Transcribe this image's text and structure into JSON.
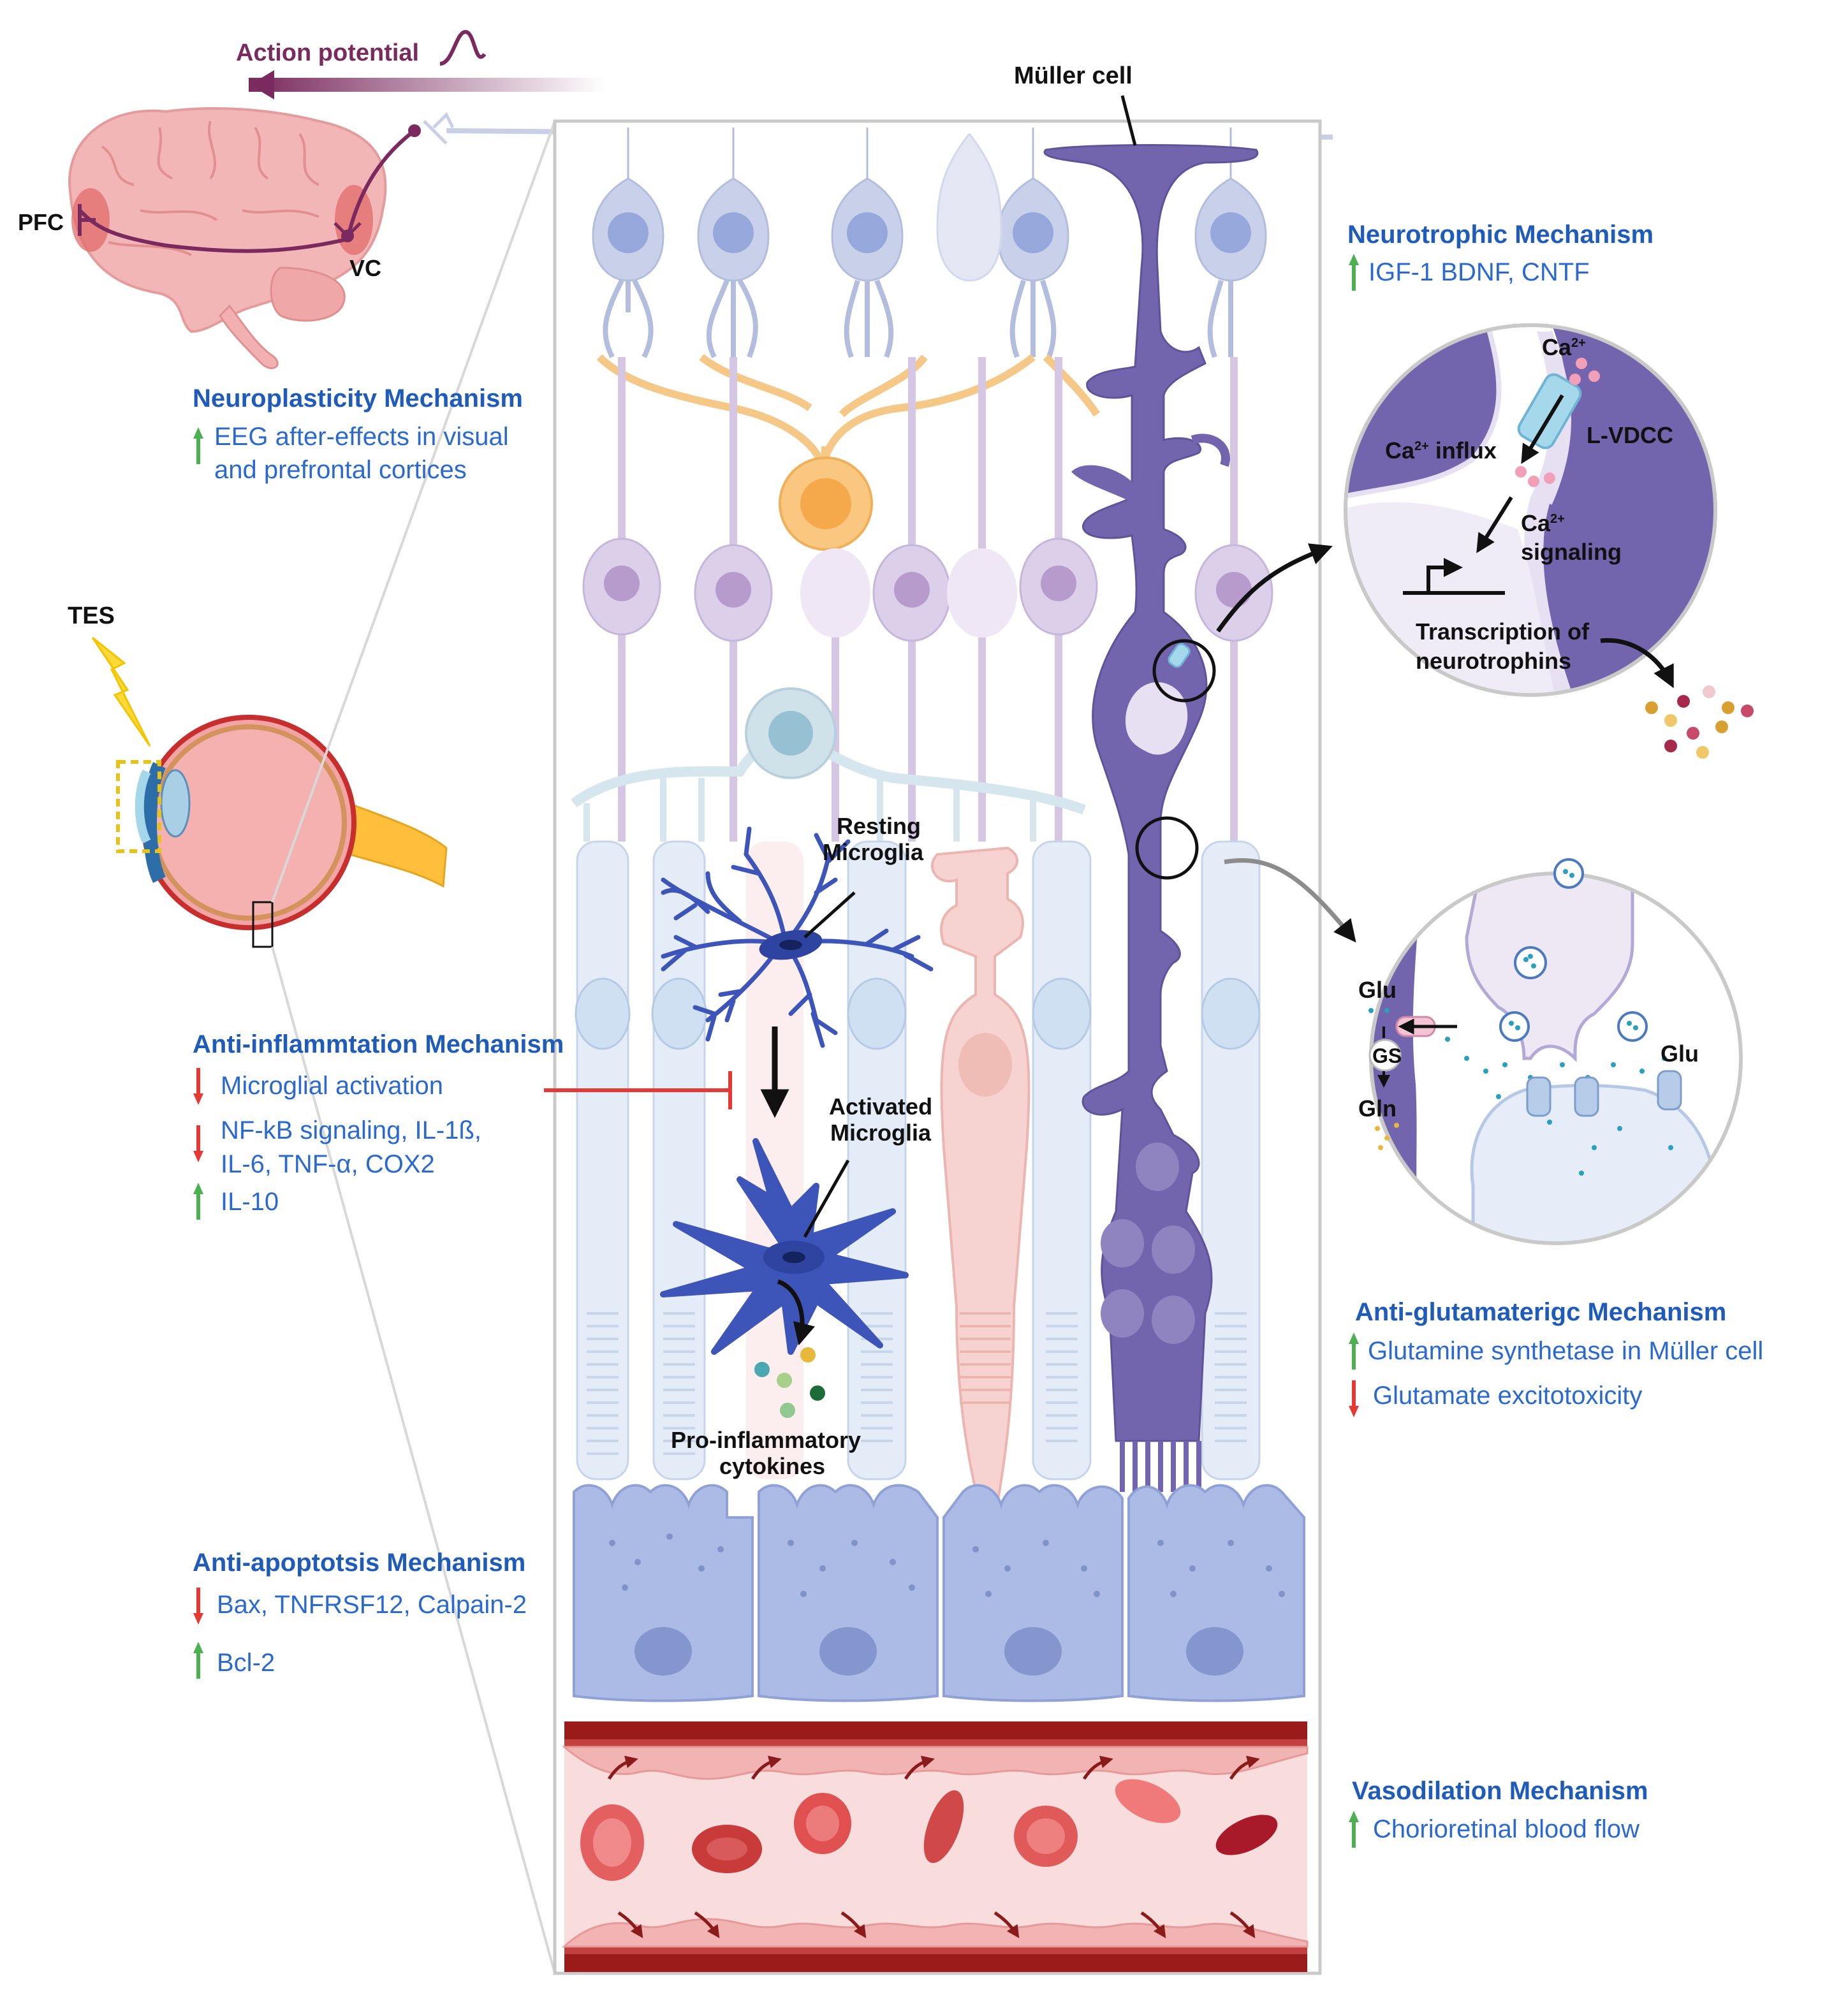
{
  "colors": {
    "title_blue": "#1f5bb8",
    "text_blue": "#2a6ad0",
    "up_green": "#4caf50",
    "down_red": "#e53935",
    "muller_purple": "#7264ad",
    "photoreceptor_blue": "#dbe7f6",
    "microglia_blue": "#3d55b8",
    "rpe_blue": "#a8b8e6",
    "vessel_red": "#9b1b1b",
    "action_potential": "#7a2a5e"
  },
  "top": {
    "action_potential": "Action potential",
    "pfc": "PFC",
    "vc": "VC",
    "tes": "TES",
    "muller_cell": "Müller cell"
  },
  "neuroplasticity": {
    "title": "Neuroplasticity Mechanism",
    "line1": "EEG after-effects in visual",
    "line2": "and prefrontal cortices"
  },
  "anti_inflammation": {
    "title": "Anti-inflammtation Mechanism",
    "item1": "Microglial activation",
    "item2a": "NF-kB signaling, IL-1ß,",
    "item2b": "IL-6, TNF-α, COX2",
    "item3": "IL-10"
  },
  "anti_apoptosis": {
    "title": "Anti-apoptotsis Mechanism",
    "item1": "Bax, TNFRSF12,  Calpain-2",
    "item2": "Bcl-2"
  },
  "neurotrophic": {
    "title": "Neurotrophic Mechanism",
    "item1": "IGF-1 BDNF, CNTF"
  },
  "ca_inset": {
    "ca": "Ca",
    "ca_sup": "2+",
    "lvdcc": "L-VDCC",
    "influx": " influx",
    "signaling": "signaling",
    "transcription1": "Transcription of",
    "transcription2": "neurotrophins"
  },
  "glu_inset": {
    "glu_left": "Glu",
    "gs": "GS",
    "gln": "Gln",
    "glu_right": "Glu"
  },
  "anti_glutamatergic": {
    "title": "Anti-glutamaterigc Mechanism",
    "item1": "Glutamine synthetase in Müller cell",
    "item2": "Glutamate excitotoxicity"
  },
  "vasodilation": {
    "title": "Vasodilation Mechanism",
    "item1": "Chorioretinal blood flow"
  },
  "microglia": {
    "resting1": "Resting",
    "resting2": "Microglia",
    "activated1": "Activated",
    "activated2": "Microglia",
    "cytokines1": "Pro-inflammatory",
    "cytokines2": "cytokines"
  }
}
